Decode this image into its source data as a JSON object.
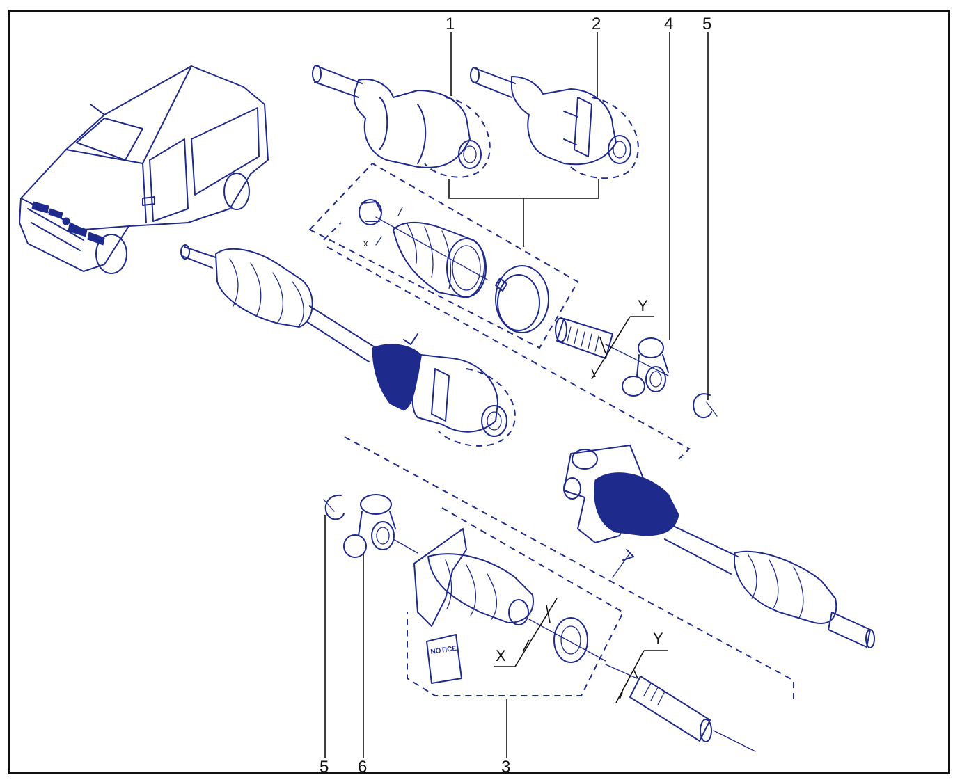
{
  "diagram": {
    "callouts": [
      "1",
      "2",
      "4",
      "5",
      "5",
      "6",
      "3"
    ],
    "dimension_letters": [
      "x",
      "Y",
      "X",
      "Y"
    ],
    "leaflet_text": "NOTICE"
  },
  "colors": {
    "ink": "#1e2a8c",
    "frame": "#111111",
    "background": "#ffffff"
  }
}
